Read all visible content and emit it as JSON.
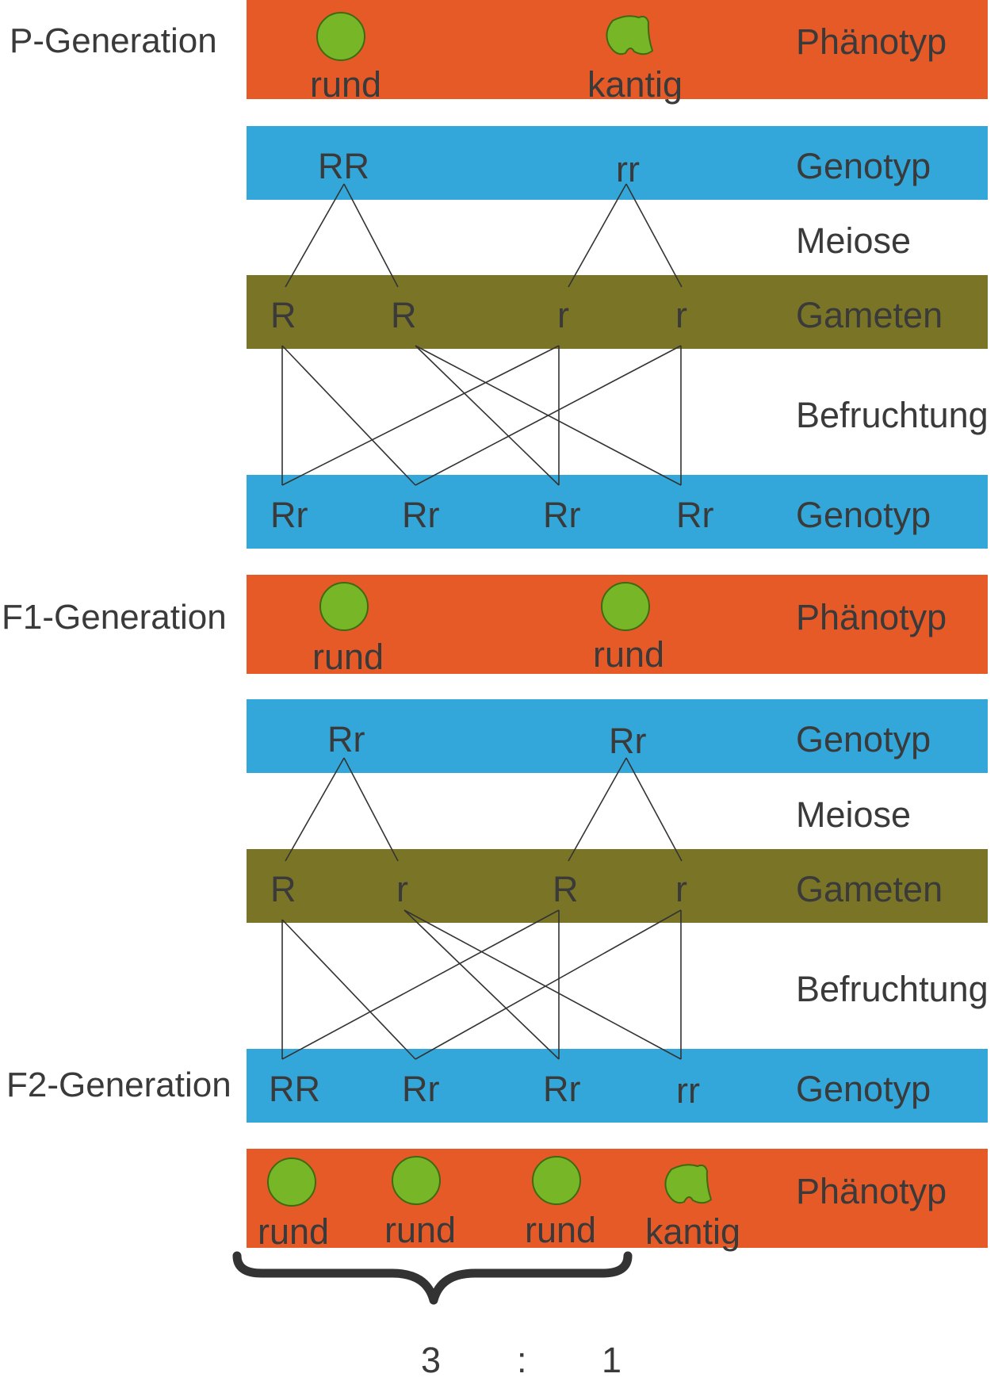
{
  "generations": {
    "p": "P-Generation",
    "f1": "F1-Generation",
    "f2": "F2-Generation"
  },
  "rows": {
    "phaenotyp": "Phänotyp",
    "genotyp": "Genotyp",
    "meiose": "Meiose",
    "gameten": "Gameten",
    "befruchtung": "Befruchtung"
  },
  "p_block": {
    "phenotypes": [
      "rund",
      "kantig"
    ],
    "genotypes": [
      "RR",
      "rr"
    ],
    "gametes": [
      "R",
      "R",
      "r",
      "r"
    ],
    "offspring": [
      "Rr",
      "Rr",
      "Rr",
      "Rr"
    ]
  },
  "f1_block": {
    "phenotypes": [
      "rund",
      "rund"
    ],
    "genotypes": [
      "Rr",
      "Rr"
    ],
    "gametes": [
      "R",
      "r",
      "R",
      "r"
    ],
    "offspring": [
      "RR",
      "Rr",
      "Rr",
      "rr"
    ],
    "f2_phenotypes": [
      "rund",
      "rund",
      "rund",
      "kantig"
    ]
  },
  "ratio": {
    "left": "3",
    "sep": ":",
    "right": "1"
  },
  "colors": {
    "phenotype_band": "#e65a28",
    "genotype_band": "#33a7da",
    "gamete_band": "#7a7526",
    "pea": "#77b626",
    "line": "#333333"
  },
  "icons": {
    "round_pea": "round-pea-icon",
    "wrinkled_pea": "wrinkled-pea-icon"
  }
}
